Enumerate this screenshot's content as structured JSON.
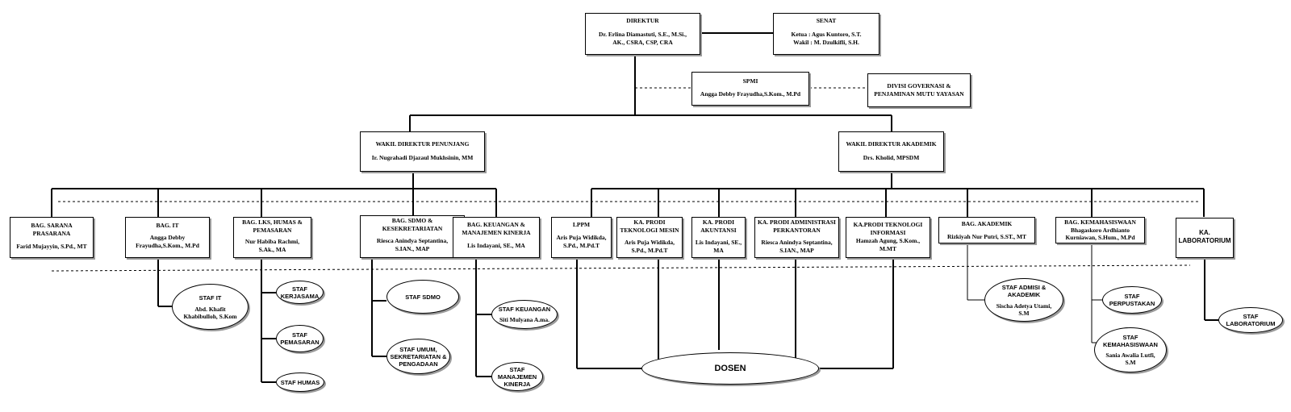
{
  "top": {
    "direktur": {
      "title": "DIREKTUR",
      "person": "Dr. Erlina Diamastuti, S.E., M.Si.,\nAK., CSRA, CSP, CRA"
    },
    "senat": {
      "title": "SENAT",
      "person": "Ketua : Agus Kuntoro, S.T.\nWakil : M. Dzulkifli, S.H."
    },
    "spmi": {
      "title": "SPMI",
      "person": "Angga Debby Frayudha,S.Kom., M.Pd"
    },
    "divisi": {
      "title": "DIVISI GOVERNASI &\nPENJAMINAN MUTU YAYASAN"
    }
  },
  "wakil": {
    "penunjang": {
      "title": "WAKIL DIREKTUR PENUNJANG",
      "person": "Ir. Nugrahadi Djazaul Mukhsinin, MM"
    },
    "akademik": {
      "title": "WAKIL DIREKTUR AKADEMIK",
      "person": "Drs. Kholid, MPSDM"
    }
  },
  "units": {
    "sarana": {
      "title": "BAG. SARANA\nPRASARANA",
      "person": "Farid Mujayyin, S.Pd., MT"
    },
    "it": {
      "title": "BAG. IT",
      "person": "Angga Debby\nFrayudha,S.Kom., M.Pd"
    },
    "lks": {
      "title": "BAG. LKS, HUMAS &\nPEMASARAN",
      "person": "Nur Habiba Rachmi,\nS.Ak., MA"
    },
    "sdmo": {
      "title": "BAG. SDMO &\nKESEKRETARIATAN",
      "person": "Riesca Anindya Septantina,\nS.IAN., MAP"
    },
    "keuangan": {
      "title": "BAG. KEUANGAN &\nMANAJEMEN KINERJA",
      "person": "Lis Indayani, SE., MA"
    },
    "lppm": {
      "title": "LPPM",
      "person": "Aris Puja Widikda,\nS.Pd., M.Pd.T"
    },
    "tm": {
      "title": "KA. PRODI\nTEKNOLOGI MESIN",
      "person": "Aris Puja Widikda,\nS.Pd., M.Pd.T"
    },
    "ak": {
      "title": "KA. PRODI\nAKUNTANSI",
      "person": "Lis Indayani, SE.,\nMA"
    },
    "ap": {
      "title": "KA. PRODI ADMINISTRASI\nPERKANTORAN",
      "person": "Riesca Anindya Septantina,\nS.IAN., MAP"
    },
    "ti": {
      "title": "KA.PRODI TEKNOLOGI\nINFORMASI",
      "person": "Hamzah Agung, S.Kom.,\nM.MT"
    },
    "akademik": {
      "title": "BAG. AKADEMIK",
      "person": "Rizkiyah Nur Putri, S.ST., MT"
    },
    "kemahasiswaan": {
      "title": "BAG. KEMAHASISWAAN",
      "person": "Bhagaskoro Ardhianto\nKurniawan, S.Hum., M.Pd"
    },
    "lab": {
      "title": "KA.\nLABORATORIUM"
    }
  },
  "staff": {
    "it": {
      "title": "STAF IT",
      "person": "Abd. Khafit\nKhabibulloh, S.Kom"
    },
    "kerjasama": {
      "title": "STAF\nKERJASAMA"
    },
    "pemasaran": {
      "title": "STAF\nPEMASARAN"
    },
    "humas": {
      "title": "STAF HUMAS"
    },
    "sdmo": {
      "title": "STAF SDMO"
    },
    "umum": {
      "title": "STAF UMUM,\nSEKRETARIATAN &\nPENGADAAN"
    },
    "keuangan": {
      "title": "STAF KEUANGAN",
      "person": "Siti Mulyana A.ma."
    },
    "kinerja": {
      "title": "STAF\nMANAJEMEN\nKINERJA"
    },
    "admisi": {
      "title": "STAF ADMISI &\nAKADEMIK",
      "person": "Sischa Adetya Utami,\nS.M"
    },
    "perpustakaan": {
      "title": "STAF\nPERPUSTAKAN"
    },
    "kemahasiswaan": {
      "title": "STAF\nKEMAHASISWAAN",
      "person": "Sania Awalia Lutfi,\nS.M"
    },
    "laboratorium": {
      "title": "STAF\nLABORATORIUM"
    },
    "dosen": {
      "title": "DOSEN"
    }
  }
}
